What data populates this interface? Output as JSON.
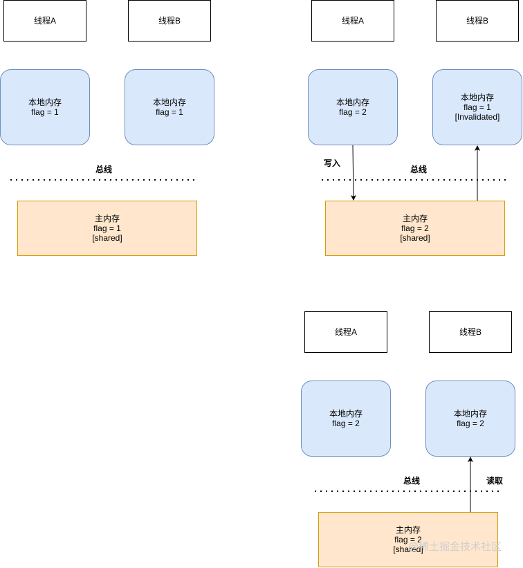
{
  "threads": {
    "a": "线程A",
    "b": "线程B"
  },
  "local_memory": {
    "title": "本地内存",
    "flag_1": "flag = 1",
    "flag_2": "flag = 2",
    "invalidated": "[Invalidated]"
  },
  "main_memory": {
    "title": "主内存",
    "flag_1": "flag = 1",
    "flag_2": "flag = 2",
    "shared": "[shared]"
  },
  "labels": {
    "bus": "总线",
    "write": "写入",
    "read": "读取"
  },
  "watermark": "@稀土掘金技术社区"
}
